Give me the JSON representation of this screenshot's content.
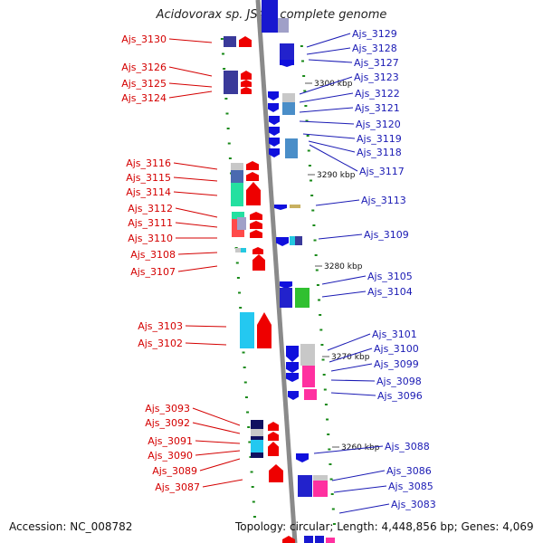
{
  "title": "Acidovorax sp. JS42, complete genome",
  "accession": "Accession: NC_008782",
  "summary": "Topology: circular; Length: 4,448,856 bp; Genes: 4,069",
  "colors": {
    "forward": "#ee0000",
    "reverse": "#1010dd",
    "backbone": "#888888",
    "tick": "#1a8a1a"
  },
  "scale_marks": [
    "3300 kbp",
    "3290 kbp",
    "3280 kbp",
    "3270 kbp",
    "3260 kbp"
  ],
  "left_genes": [
    "Ajs_3130",
    "Ajs_3126",
    "Ajs_3125",
    "Ajs_3124",
    "Ajs_3116",
    "Ajs_3115",
    "Ajs_3114",
    "Ajs_3112",
    "Ajs_3111",
    "Ajs_3110",
    "Ajs_3108",
    "Ajs_3107",
    "Ajs_3103",
    "Ajs_3102",
    "Ajs_3093",
    "Ajs_3092",
    "Ajs_3091",
    "Ajs_3090",
    "Ajs_3089",
    "Ajs_3087"
  ],
  "right_genes": [
    "Ajs_3129",
    "Ajs_3128",
    "Ajs_3127",
    "Ajs_3123",
    "Ajs_3122",
    "Ajs_3121",
    "Ajs_3120",
    "Ajs_3119",
    "Ajs_3118",
    "Ajs_3117",
    "Ajs_3113",
    "Ajs_3109",
    "Ajs_3105",
    "Ajs_3104",
    "Ajs_3101",
    "Ajs_3100",
    "Ajs_3099",
    "Ajs_3098",
    "Ajs_3096",
    "Ajs_3088",
    "Ajs_3086",
    "Ajs_3085",
    "Ajs_3083"
  ]
}
